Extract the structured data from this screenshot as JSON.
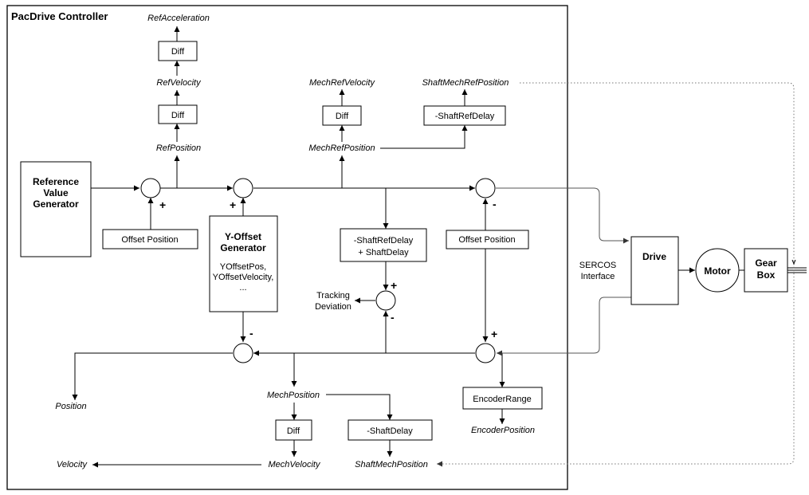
{
  "diagram": {
    "title": "PacDrive Controller",
    "blocks": {
      "reference_value_generator": [
        "Reference",
        "Value",
        "Generator"
      ],
      "offset_position_left": "Offset Position",
      "offset_position_right": "Offset Position",
      "y_offset_generator_title": [
        "Y-Offset",
        "Generator"
      ],
      "y_offset_generator_params": [
        "YOffsetPos,",
        "YOffsetVelocity,",
        "..."
      ],
      "diff_ref_acc": "Diff",
      "diff_ref_vel": "Diff",
      "diff_mech_ref_vel": "Diff",
      "diff_mech_vel": "Diff",
      "shaft_ref_delay": "-ShaftRefDelay",
      "shaft_ref_delay_plus": [
        "-ShaftRefDelay",
        "+ ShaftDelay"
      ],
      "shaft_delay": "-ShaftDelay",
      "encoder_range": "EncoderRange",
      "drive": "Drive",
      "motor": "Motor",
      "gear_box": [
        "Gear",
        "Box"
      ]
    },
    "signals": {
      "ref_acceleration": "RefAcceleration",
      "ref_velocity": "RefVelocity",
      "ref_position": "RefPosition",
      "mech_ref_velocity": "MechRefVelocity",
      "shaft_mech_ref_position": "ShaftMechRefPosition",
      "mech_ref_position": "MechRefPosition",
      "position": "Position",
      "mech_position": "MechPosition",
      "encoder_position": "EncoderPosition",
      "velocity": "Velocity",
      "mech_velocity": "MechVelocity",
      "shaft_mech_position": "ShaftMechPosition"
    },
    "annotations": {
      "tracking_deviation": [
        "Tracking",
        "Deviation"
      ],
      "sercos_interface": [
        "SERCOS",
        "Interface"
      ]
    },
    "signs": {
      "plus": "+",
      "minus": "-"
    }
  }
}
